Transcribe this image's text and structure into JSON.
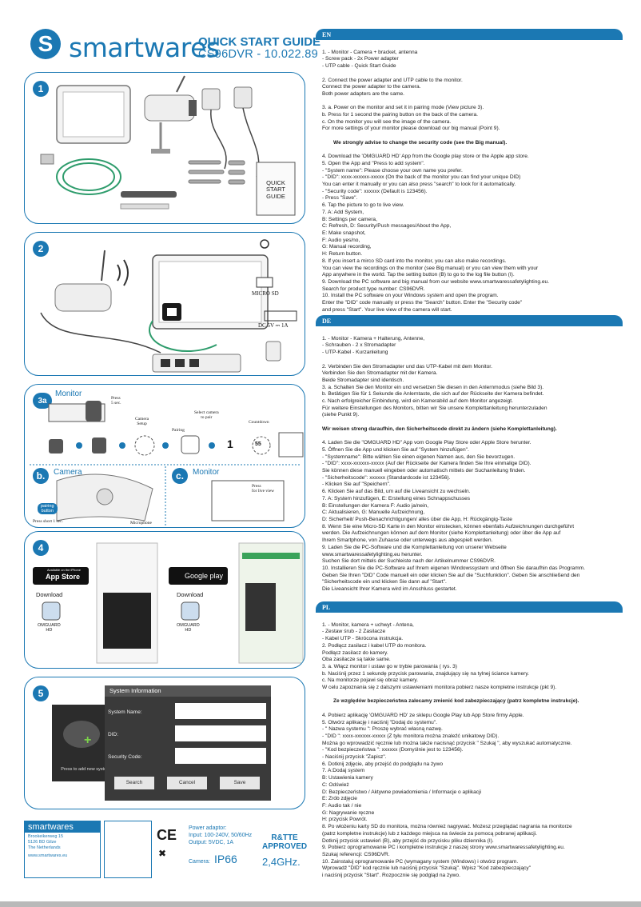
{
  "header": {
    "logo_letter": "S",
    "brand": "smartwares",
    "quick_start": "QUICK START GUIDE",
    "model": "CS96DVR - 10.022.89",
    "brand_color": "#1b78b3"
  },
  "steps": {
    "s1": {
      "num": "1",
      "box_text": "QUICK\nSTART\nGUIDE"
    },
    "s2": {
      "num": "2",
      "microsd": "MICRO SD",
      "dc": "DC 5V ⎓ 1A"
    },
    "s3a": {
      "num": "3a",
      "title": "Monitor",
      "press5": "Press\n5 sec.",
      "camera_setup": "Camera\nSetup",
      "pairing": "Pairing",
      "select_camera": "Select camera\nto pair",
      "countdown": "Countdown",
      "countdown_num": "55",
      "countdown_digit": "1"
    },
    "s3b": {
      "num": "b.",
      "title": "Camera",
      "pairing_button": "pairing\nbutton",
      "press_short": "Press short 1 sec.",
      "microphone": "Microphone"
    },
    "s3c": {
      "num": "c.",
      "title": "Monitor",
      "press_live": "Press\nfor live view"
    },
    "s4": {
      "num": "4",
      "appstore_small": "Available on the iPhone",
      "appstore": "App Store",
      "googleplay": "Google play",
      "download1": "Download",
      "download2": "Download",
      "app1": "OMGUARD\nHD",
      "app2": "OMGUARD\nHD"
    },
    "s5": {
      "num": "5",
      "press_add": "Press to add new system",
      "info_title": "System Information",
      "system_name": "System Name:",
      "did": "DID:",
      "security_code": "Security Code:",
      "search": "Search",
      "cancel": "Cancel",
      "save": "Save"
    }
  },
  "footer": {
    "company": "smartwares",
    "address": "Brookeikerweg 15\n5126 BD Gilze\nThe Netherlands",
    "website": "www.smartwares.eu",
    "power": "Power adaptor:\nInput: 100-240V, 50/60Hz\nOutput: 5VDC, 1A",
    "camera_label": "Camera:",
    "ip": "IP66",
    "rtte": "R&TTE\nAPPROVED",
    "ghz": "2,4GHz."
  },
  "langs": {
    "en": {
      "title": "EN",
      "body": [
        "1.  - Monitor      - Camera + bracket, antenna\n  - Screw pack      - 2x Power adapter\n  - UTP cable       - Quick Start Guide",
        "2.  Connect the power adapter and UTP cable to the monitor.\n  Connect the power adapter to the camera.\n  Both power adapters are the same.",
        "3.  a. Power on the monitor and set it in pairing mode (View picture 3).\n  b. Press for 1 second the pairing button on the back of the camera.\n  c. On the monitor you will see the image of the camera.\n  For more settings of your monitor please download our big manual (Point 9).",
        "We strongly advise to change the security code (see the Big manual).",
        "4.  Download the 'OMGUARD HD' App from the Google play store or the Apple app store.\n5.  Open the App and \"Press to add system\".\n  - \"System name\": Please choose your own name you prefer.\n  - \"DID\": xxxx-xxxxxx-xxxxx (On the back of the monitor you can find your unique DID)\n    You can enter it manually or you can also press \"search\" to look for it automatically.\n  - \"Security code\": xxxxxx (Default is 123456).\n  - Press \"Save\".\n6.  Tap the picture to go to live view.\n7.  A: Add System,\n  B: Settings per camera,\n  C: Refresh, D: Security/Push messages/About the App,\n  E: Make snapshot,\n  F: Audio yes/no,\n  G: Manual recording,\n  H: Return button.\n8.  If you insert a mirco SD card into the monitor, you can also make recordings.\n  You can view the recordings on the monitor (see Big manual) or you can view them with your\n  App anywhere in the world. Tap the setting button (B) to go to the log file button (I).\n9.  Download the PC software and big manual from our website www.smartwaressafetylighting.eu.\n  Search for product type number: CS96DVR.\n10.  Install the PC software on your Windows system and open the program.\n  Enter the \"DID\" code manually or press the \"Search\" button. Enter the \"Security code\"\n  and press \"Start\". Your live view of the camera will start."
      ]
    },
    "de": {
      "title": "DE",
      "body": [
        "1.  - Monitor      - Kamera + Halterung, Antenne,\n  - Schrauben      - 2 x Stromadapter\n      - UTP-Kabel                     -        Kurzanleitung",
        "2.  Verbinden Sie den Stromadapter und das UTP-Kabel mit dem Monitor.\n  Verbinden Sie den Stromadapter mit der Kamera.\n  Beide Stromadapter sind identisch.\n3.  a. Schalten Sie den Monitor ein und versetzen Sie diesen in den Anlernmodus (siehe Bild 3).\n  b. Betätigen Sie für 1 Sekunde die Anlerntaste, die sich auf der Rückseite der Kamera befindet.\n  c. Nach erfolgreicher Einbindung, wird ein Kamerabild auf dem Monitor angezeigt.\n  Für weitere Einstellungen des Monitors, bitten wir Sie unsere Komplettanleitung herunterzuladen\n  (siehe Punkt 9).",
        "Wir weisen streng daraufhin, den Sicherheitscode direkt zu ändern (siehe Komplettanleitung).",
        "4.  Laden Sie die \"OMGUARD HD\" App vom Google Play Store oder Apple Store herunter.\n5.  Öffnen Sie die App und klicken Sie auf \"System hinzufügen\".\n  - \"Systemname\": Bitte wählen Sie einen eigenen Namen aus, den Sie bevorzugen.\n  - \"DID\": xxxx-xxxxxx-xxxxx (Auf der Rückseite der Kamera finden Sie Ihre einmalige DID).\n    Sie können diese manuell eingeben oder automatisch mittels der Suchanleitung finden.\n  - \"Sicherheitscode\": xxxxxx (Standardcode ist 123456).\n  - Klicken Sie auf \"Speichern\".\n6.  Klicken Sie auf das Bild, um auf die Liveansicht zu wechseln.\n7.       A:     System     hinzufügen,               E:    Erstellung    eines    Schnappschusses\n      B:    Einstellungen    der    Kamera                        F:    Audio    ja/nein,\n    C:    Aktualisieren,                                   G:    Manuelle    Aufzeichnung,\n  D: Sicherheit/ Push-Benachrichtigungen/ alles über die App,       H: Rückgängig-Taste\n8.    Wenn Sie eine Micro-SD Karte in den Monitor einstecken, können ebenfalls Aufzeichnungen durchgeführt\n  werden. Die Aufzeichnungen können auf dem Monitor (siehe Komplettanleitung) oder über die App auf\n  Ihrem Smartphone, von Zuhause oder unterwegs aus abgespielt werden.\n9.  Laden Sie die PC-Software und die Komplettanleitung von unserer Webseite\n  www.smartwaressafetylighting.eu herunter.\n  Suchen Sie dort mittels der Suchleiste nach der Artikelnummer CS96DVR.\n10.  Installieren Sie die PC-Software auf Ihrem eigenen Windowssystem und öffnen Sie daraufhin das Programm.\n  Geben Sie Ihren \"DID\" Code manuell ein oder klicken Sie auf die \"Suchfunktion\". Geben Sie anschließend den\n  \"Sicherheitscode ein und klicken Sie dann auf \"Start\".\n  Die Liveansicht Ihrer Kamera wird im Anschluss gestartet."
      ]
    },
    "pl": {
      "title": "PL",
      "body": [
        "1.  - Monitor, kamera + uchwyt    - Antena,\n  - Zestaw śrub          - 2 Zasilacze\n      -    Kabel     UTP                   -     Skrócona     instrukcja.\n2.  Podłącz zasilacz i kabel UTP do monitora.\n  Podłącz zasilacz do kamery.\n  Oba zasilacze są takie same.\n3.  a. Włącz monitor i ustaw  go w trybie parowania ( rys. 3)\n  b. Naciśnij przez 1 sekundę przycisk parowania, znajdujący się  na tylnej ściance kamery.\n  c. Na monitorze pojawi się obraz kamery.\n  W celu zapoznania się z dalszymi ustawieniami monitora pobierz nasze kompletne instrukcje (pkt 9).",
        "Ze względów bezpieczeństwa zalecamy  zmienić kod zabezpieczający (patrz kompletne instrukcje).",
        "4.  Pobierz aplikację  'OMGUARD HD' ze sklepu Google Play lub App Store firmy Apple.\n5.  Otwórz aplikację i naciśnij \"Dodaj do systemu\".\n  - \" Nazwa systemu \": Proszę wybrać własną nazwę.\n  - \"DID \": xxxx-xxxxxx-xxxxx (Z tyłu monitora można znaleźć unikatowy DID).\n    Można go wprowadzić ręcznie lub można także nacisnąć przycisk \" Szukaj \", aby wyszukać automatycznie.\n  - \"Kod bezpieczeństwa \": xxxxxx (Domyślnie jest to 123456).\n  - Naciśnij przycisk \"Zapisz\".\n6.  Dotknij zdjęcie, aby przejść do podglądu na żywo\n7.  A:Dodaj system\n  B: Ustawienia kamery\n  C: Odśwież\n  D: Bezpieczeństwo / Aktywne powiadomienia / Informacje o aplikacji\n  E: Zrób zdjęcie\n  F: Audio tak / nie\n  G: Nagrywanie ręczne\n  H: przycisk Powrót.\n8.     Po włożeniu karty SD do monitora, można również nagrywać. Możesz przeglądać nagrania na monitorze\n  (patrz kompletne instrukcje) lub z każdego miejsca na świecie za pomocą pobranej aplikacji.\n  Dotknij przycisk ustawień (B), aby przejść do przycisku pliku dziennika (I).\n9.  Pobierz oprogramowanie PC i kompletne instrukcje z naszej strony www.smartwaressafetylighting.eu.\n  Szukaj referencji: CS96DVR.\n10.  Zainstaluj oprogramowanie PC (wymagany system (Windows) i otwórz program.\n  Wprowadź \"DID\" kod ręcznie lub naciśnij przycisk \"Szukaj\". Wpisz \"Kod zabezpieczający\"\n  i naciśnij przycisk \"Start\". Rozpocznie się podgląd na żywo."
      ]
    }
  }
}
